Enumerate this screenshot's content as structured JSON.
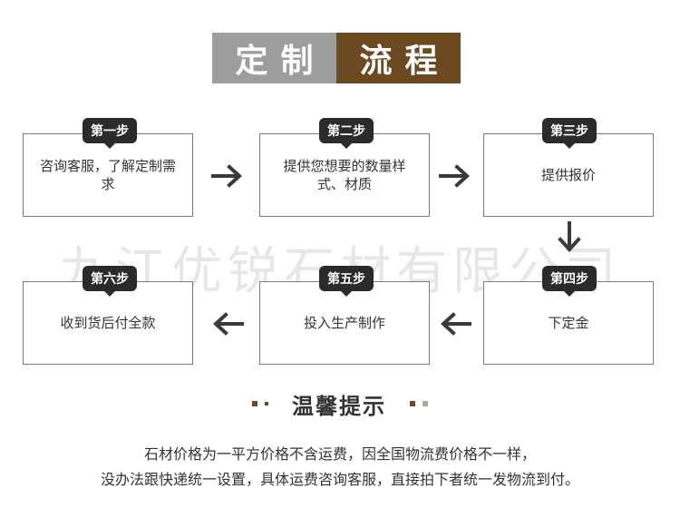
{
  "title": {
    "left": "定制",
    "right": "流程"
  },
  "watermark": "九江优锐石材有限公司",
  "steps": [
    {
      "tag": "第一步",
      "text": "咨询客服，了解定制需求"
    },
    {
      "tag": "第二步",
      "text": "提供您想要的数量样式、材质"
    },
    {
      "tag": "第三步",
      "text": "提供报价"
    },
    {
      "tag": "第四步",
      "text": "下定金"
    },
    {
      "tag": "第五步",
      "text": "投入生产制作"
    },
    {
      "tag": "第六步",
      "text": "收到货后付全款"
    }
  ],
  "tips": {
    "title": "温馨提示",
    "line1": "石材价格为一平方价格不含运费，因全国物流费价格不一样，",
    "line2": "没办法跟快递统一设置，具体运费咨询客服，直接拍下者统一发物流到付。"
  },
  "colors": {
    "accent": "#6b4a21",
    "grey_block": "#9d9d9d",
    "tag_bg": "#2b2b2b",
    "arrow": "#3a3a3a"
  }
}
